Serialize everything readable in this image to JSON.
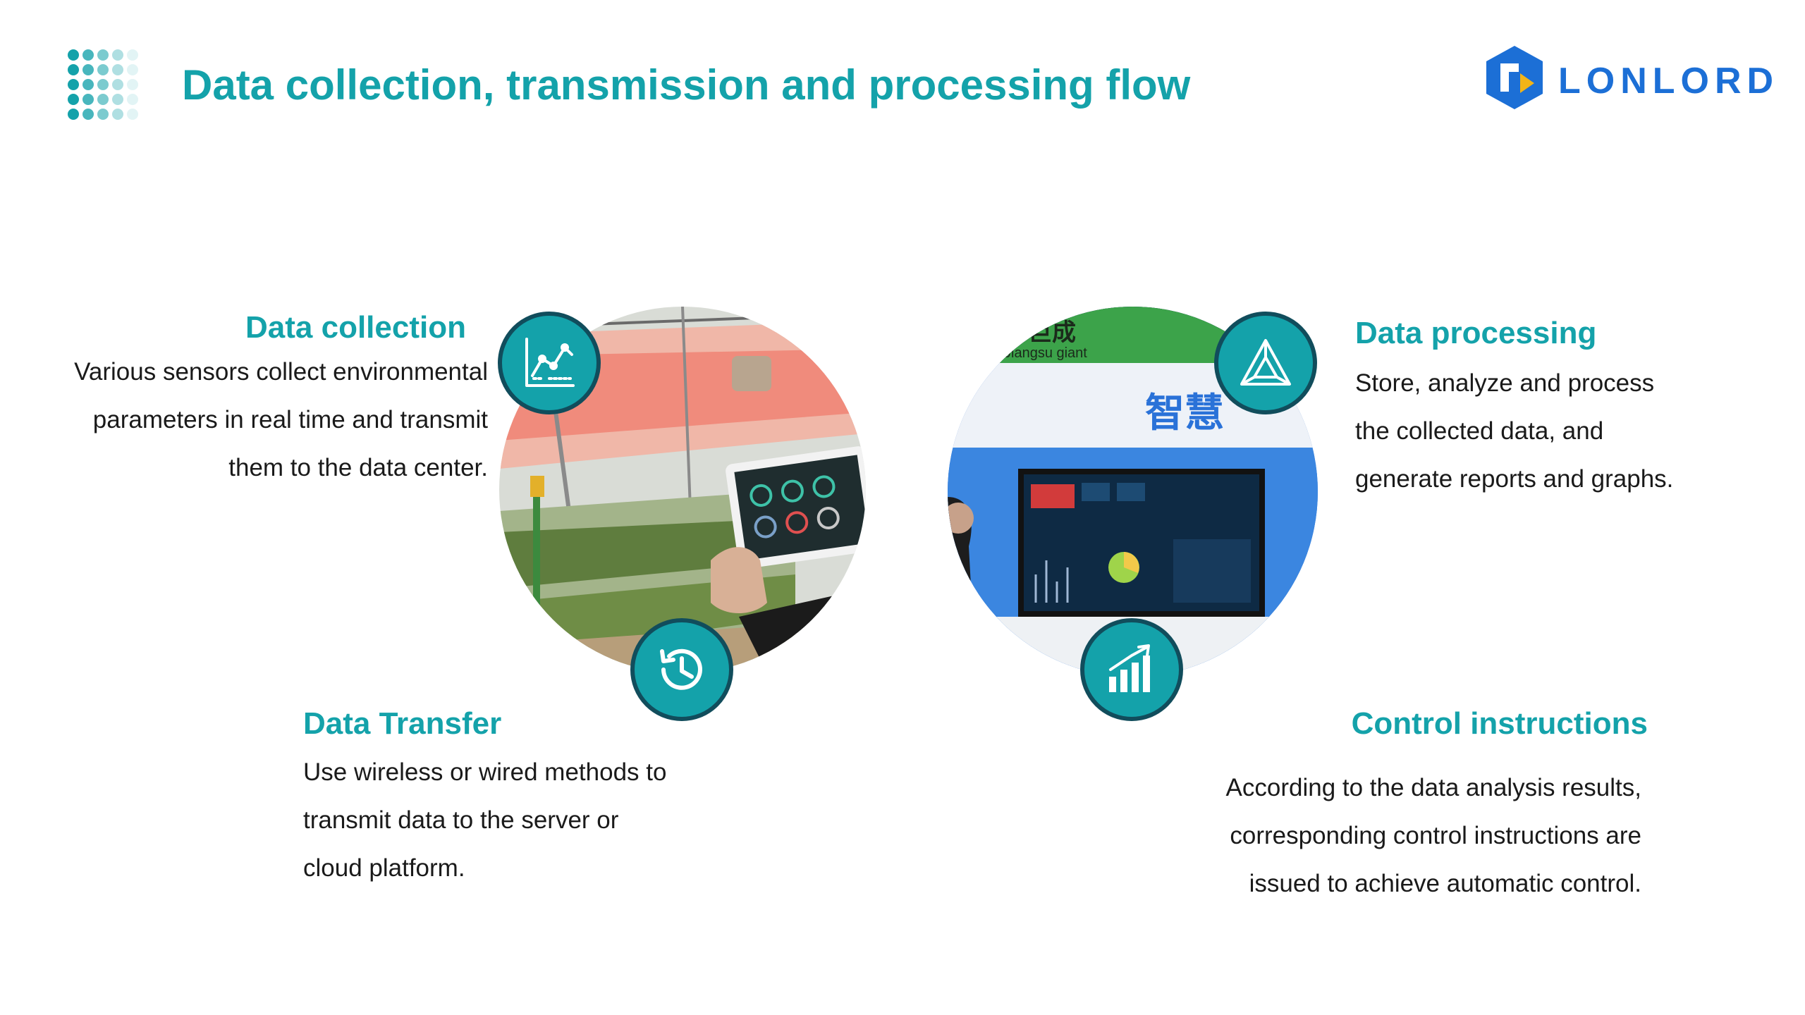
{
  "colors": {
    "accent": "#14a2aa",
    "ring": "#114d5c",
    "text": "#1a1a1a",
    "logo_blue": "#1c6fd6",
    "logo_yellow": "#f2b417"
  },
  "header": {
    "title": "Data collection, transmission and processing flow",
    "logo_text": "LONLORD"
  },
  "sections": {
    "collection": {
      "title": "Data collection",
      "lines": [
        "Various sensors collect environmental",
        "parameters in real time and transmit",
        "them to the data center."
      ],
      "icon": "line-chart-icon"
    },
    "processing": {
      "title": "Data processing",
      "lines": [
        "Store, analyze and process",
        "the collected data, and",
        "generate reports and graphs."
      ],
      "icon": "triangle-network-icon"
    },
    "transfer": {
      "title": "Data Transfer",
      "lines": [
        "Use wireless or wired methods to",
        "transmit data to the server or",
        "cloud platform."
      ],
      "icon": "history-clock-icon"
    },
    "control": {
      "title": "Control instructions",
      "lines": [
        "According to the data analysis results,",
        "corresponding control instructions are",
        "issued to achieve automatic control."
      ],
      "icon": "bar-chart-growth-icon"
    }
  },
  "photos": {
    "right_banner_text": "苏巨成",
    "right_banner_subtext": "Jiangsu giant",
    "right_banner_large": "智慧"
  }
}
